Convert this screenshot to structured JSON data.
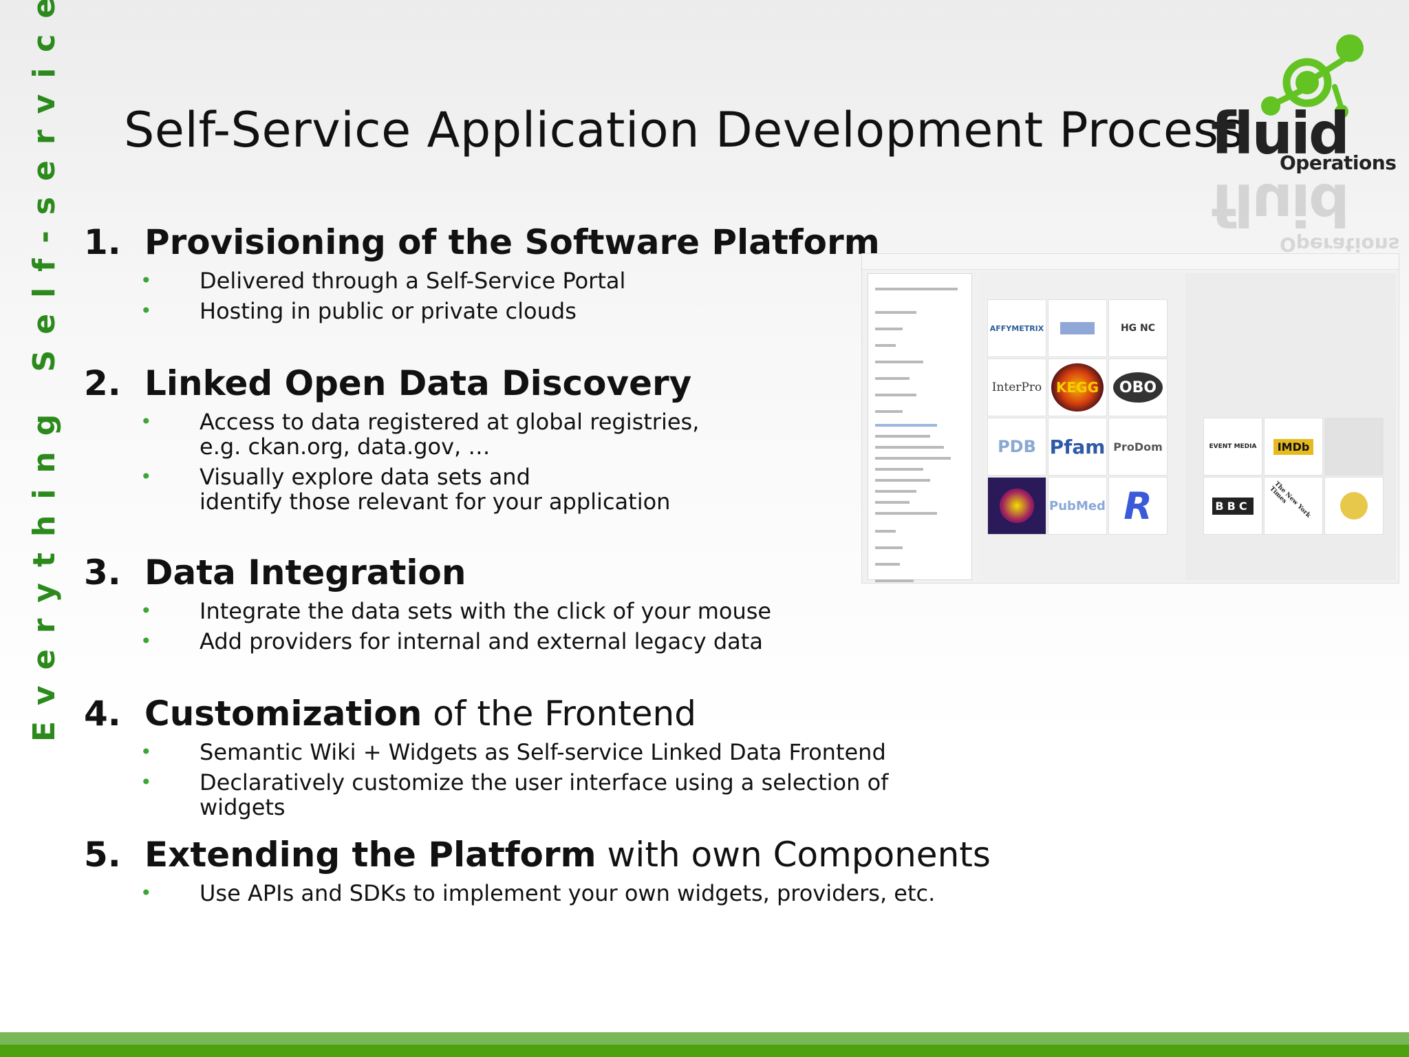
{
  "side_text": "Everything Self-service",
  "title": "Self-Service Application Development Process",
  "logo": {
    "word": "fluid",
    "sub": "Operations",
    "colors": {
      "green": "#63c323",
      "dark": "#222222"
    }
  },
  "steps": [
    {
      "number": "1.",
      "title": "Provisioning of the Software Platform",
      "rest": "",
      "bullets": [
        "Delivered through a Self-Service Portal",
        "Hosting in public or private clouds"
      ]
    },
    {
      "number": "2.",
      "title": "Linked Open Data Discovery",
      "rest": "",
      "bullets": [
        "Access to data registered at global registries,\ne.g. ckan.org, data.gov, …",
        "Visually explore data sets and\nidentify those relevant for your application"
      ]
    },
    {
      "number": "3.",
      "title": "Data Integration",
      "rest": "",
      "bullets": [
        "Integrate the data sets with the click of your mouse",
        "Add providers for internal and external legacy data"
      ]
    },
    {
      "number": "4.",
      "title": "Customization",
      "rest": " of the Frontend",
      "bullets": [
        "Semantic Wiki + Widgets as Self-service Linked Data Frontend",
        "Declaratively customize the user interface using a selection of widgets"
      ]
    },
    {
      "number": "5.",
      "title": "Extending the Platform",
      "rest": " with own Components",
      "bullets": [
        "Use APIs and SDKs to implement your own widgets, providers, etc."
      ]
    }
  ],
  "screenshot": {
    "tiles": [
      "AFFYMETRIX",
      "",
      "HG NC",
      "InterPro",
      "KEGG",
      "OBO",
      "PDB",
      "Pfam",
      "ProDom",
      "",
      "PubMed",
      "R",
      "EVENT MEDIA",
      "IMDb",
      "BBC",
      "The New York Times",
      "",
      ""
    ]
  },
  "colors": {
    "accent_green": "#2c8a1d",
    "bullet_green": "#3aa634",
    "footer_light": "#79b858",
    "footer_dark": "#4ea20f"
  }
}
